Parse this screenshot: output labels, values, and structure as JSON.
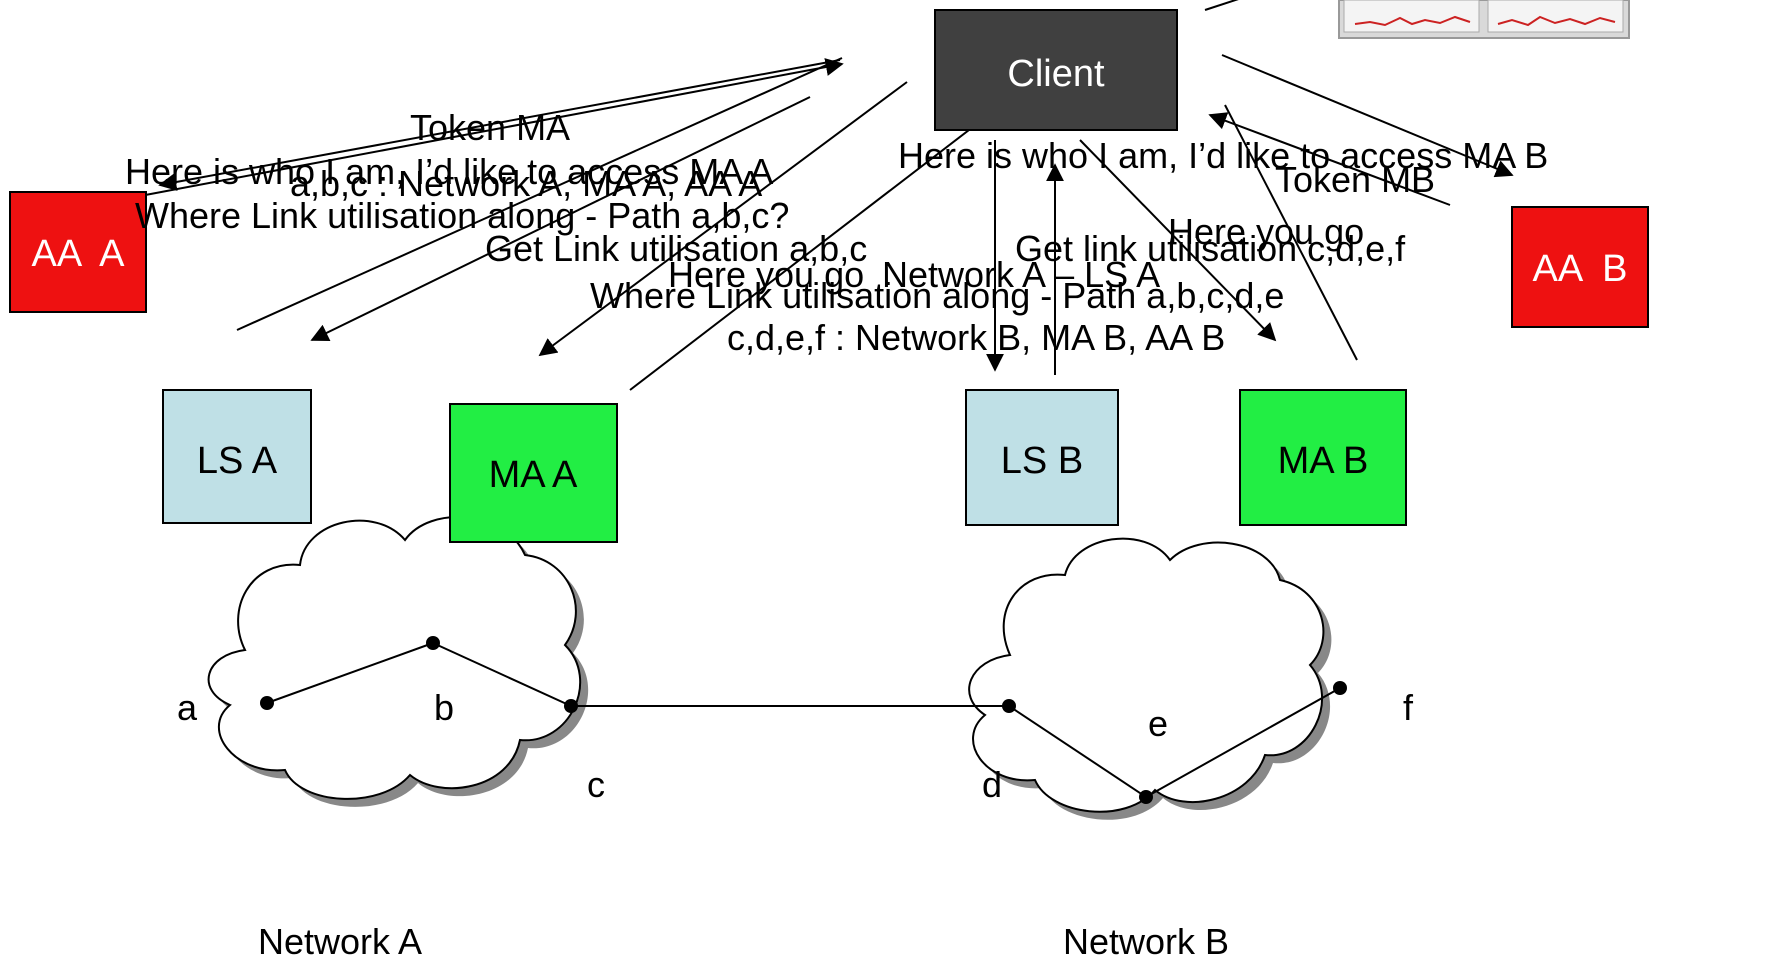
{
  "colors": {
    "client_fill": "#404040",
    "client_text": "#ffffff",
    "aa_fill": "#ee1111",
    "ls_fill": "#bfe0e6",
    "ma_fill": "#22ee44",
    "line": "#000000"
  },
  "boxes": {
    "client": "Client",
    "aa_a": "AA  A",
    "aa_b": "AA  B",
    "ls_a": "LS A",
    "ma_a": "MA A",
    "ls_b": "LS B",
    "ma_b": "MA B"
  },
  "networks": {
    "network_a": "Network A",
    "network_b": "Network B"
  },
  "nodes": {
    "a": "a",
    "b": "b",
    "c": "c",
    "d": "d",
    "e": "e",
    "f": "f"
  },
  "messages": {
    "token_ma": "Token MA",
    "here_is_who_a": "Here is who I am, I’d like to access MA A",
    "abc_network_a": "a,b,c : Network A, MA A, AA A",
    "where_link_abc": "Where Link utilisation along - Path a,b,c?",
    "get_link_abc": "Get Link utilisation a,b,c",
    "here_you_go_1": "Here you go",
    "network_a_ls_a": "Network A – LS A",
    "where_link_abcdef": "Where Link utilisation along - Path a,b,c,d,e",
    "here_is_who_b": "Here is who I am, I’d like to access MA B",
    "token_mb": "Token MB",
    "here_you_go_2": "Here you go",
    "get_link_cdef": "Get link utilisation c,d,e,f",
    "cdef_network_b": "c,d,e,f : Network B, MA B, AA B"
  }
}
